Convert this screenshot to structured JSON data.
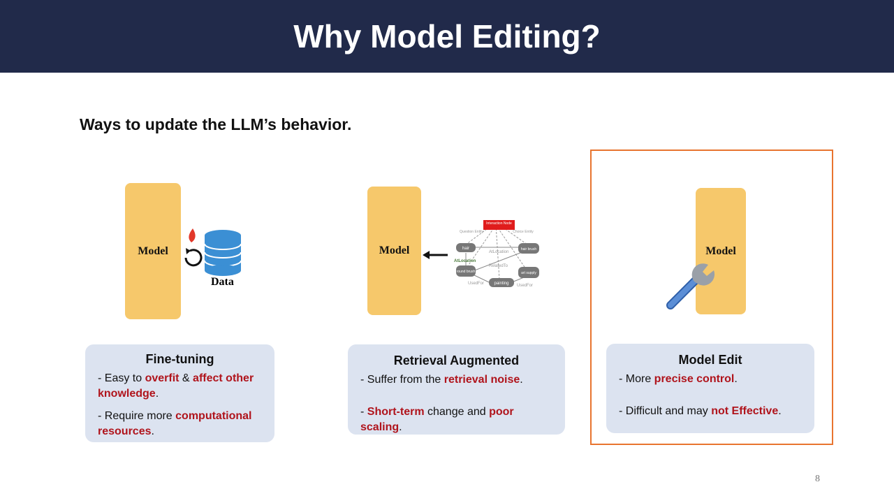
{
  "title": "Why Model Editing?",
  "subtitle": "Ways to update the LLM’s behavior.",
  "model_label": "Model",
  "data_label": "Data",
  "graph": {
    "interaction": "Interaction Node",
    "question": "Question Entity",
    "choice": "Choice Entity",
    "hair": "hair",
    "hair_brush": "hair brush",
    "round_brush": "round brush",
    "art_supply": "art supply",
    "painting": "painting",
    "atlocation": "AtLocation",
    "relatedto": "RelatedTo",
    "usedfor": "UsedFor"
  },
  "cards": [
    {
      "title": "Fine-tuning",
      "lines": [
        [
          {
            "t": "- Easy to "
          },
          {
            "t": "overfit",
            "hl": true
          },
          {
            "t": " & "
          },
          {
            "t": "affect other knowledge",
            "hl": true
          },
          {
            "t": "."
          }
        ],
        [
          {
            "t": "- Require more "
          },
          {
            "t": "computational resources",
            "hl": true
          },
          {
            "t": "."
          }
        ]
      ]
    },
    {
      "title": "Retrieval Augmented",
      "lines": [
        [
          {
            "t": "- Suffer from the "
          },
          {
            "t": "retrieval noise",
            "hl": true
          },
          {
            "t": "."
          }
        ],
        [
          {
            "t": "- "
          },
          {
            "t": "Short-term",
            "hl": true
          },
          {
            "t": " change and "
          },
          {
            "t": "poor scaling",
            "hl": true
          },
          {
            "t": "."
          }
        ]
      ]
    },
    {
      "title": "Model Edit",
      "lines": [
        [
          {
            "t": "- More "
          },
          {
            "t": "precise control",
            "hl": true
          },
          {
            "t": "."
          }
        ],
        [
          {
            "t": "- Difficult and may "
          },
          {
            "t": "not Effective",
            "hl": true
          },
          {
            "t": "."
          }
        ]
      ]
    }
  ],
  "page_number": "8",
  "colors": {
    "header": "#212a4a",
    "model": "#f6c86b",
    "highlight": "#b0141c",
    "selection": "#e8742f"
  }
}
